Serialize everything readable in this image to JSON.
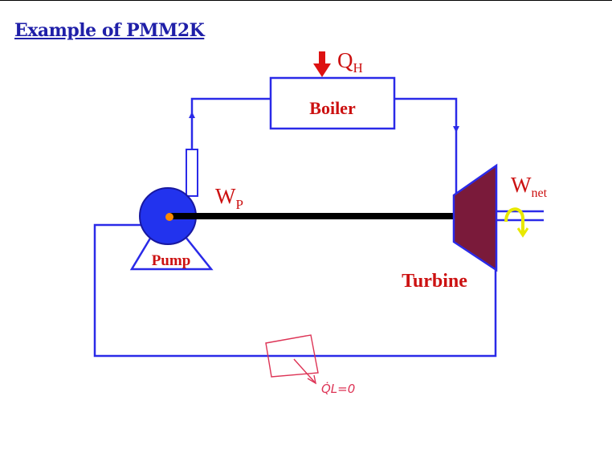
{
  "slide_title": "Example of PMM2K",
  "labels": {
    "heat_in_main": "Q",
    "heat_in_sub": "H",
    "boiler": "Boiler",
    "pump_work_main": "W",
    "pump_work_sub": "P",
    "pump": "Pump",
    "net_work_main": "W",
    "net_work_sub": "net",
    "turbine": "Turbine",
    "handwritten_heat_out": "Q̇L=0"
  },
  "colors": {
    "title": "#1f1fa8",
    "pipe": "#2a2ae8",
    "label_red": "#cc1111",
    "arrow_red": "#dd1111",
    "pump_fill": "#2233ee",
    "turbine_fill": "#7a1a3a",
    "shaft": "#000000",
    "hub": "#ff8800",
    "coupling": "#e8e800",
    "pen_red": "#dd3355"
  }
}
